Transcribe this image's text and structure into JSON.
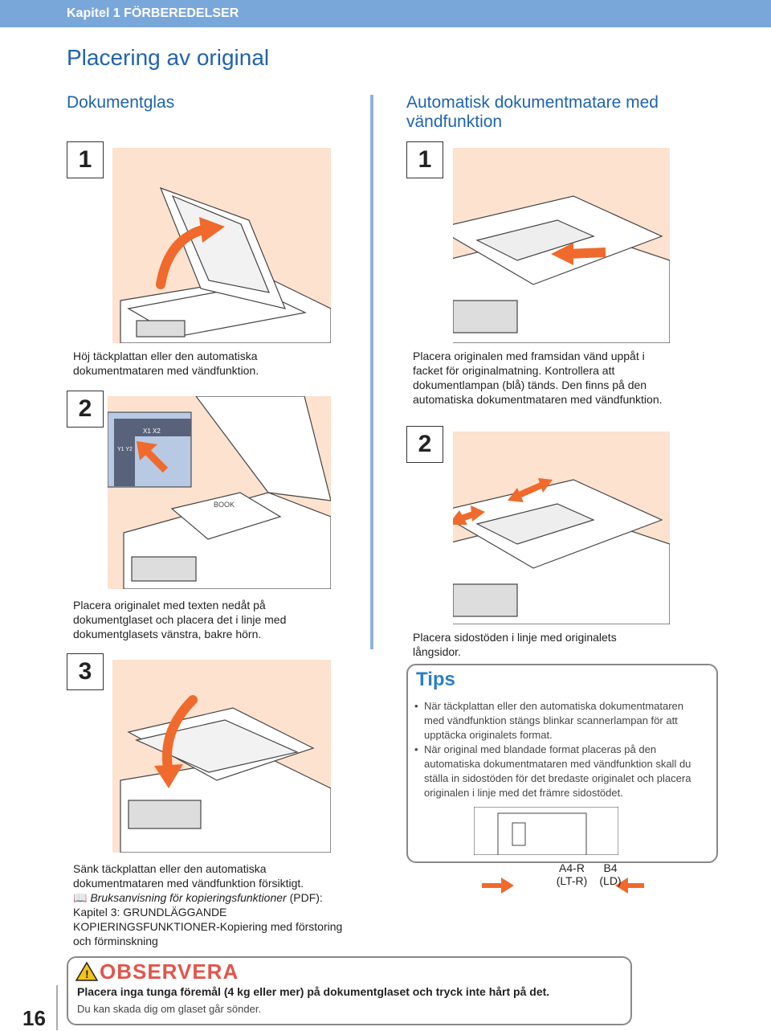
{
  "chapter": "Kapitel 1 FÖRBEREDELSER",
  "page_title": "Placering av original",
  "left": {
    "title": "Dokumentglas",
    "step1": "1",
    "step1_caption": "Höj täckplattan eller den automatiska dokumentmataren med vändfunktion.",
    "step2": "2",
    "step2_inset_x": "X1 X2",
    "step2_inset_y": "Y1 Y2",
    "step2_book": "BOOK",
    "step2_caption": "Placera originalet med texten nedåt på dokumentglaset och placera det i linje med dokumentglasets vänstra, bakre hörn.",
    "step3": "3",
    "step3_caption_1": "Sänk täckplattan eller den automatiska dokumentmataren med vändfunktion försiktigt.",
    "step3_ref_italic": "Bruksanvisning för kopieringsfunktioner",
    "step3_ref_suffix": "(PDF):",
    "step3_caption_2": "Kapitel 3: GRUNDLÄGGANDE KOPIERINGSFUNKTIONER-Kopiering med förstoring och förminskning"
  },
  "right": {
    "title": "Automatisk dokumentmatare med vändfunktion",
    "step1": "1",
    "step1_caption": "Placera originalen med framsidan vänd uppåt i facket för originalmatning. Kontrollera att dokumentlampan (blå) tänds. Den finns på den automatiska dokumentmataren med vändfunktion.",
    "step2": "2",
    "step2_caption": "Placera sidostöden i linje med originalets långsidor.",
    "tips_title": "Tips",
    "tips": [
      "När täckplattan eller den automatiska dokumentmataren med vändfunktion stängs blinkar scannerlampan för att upptäcka originalets format.",
      "När original med blandade format placeras på den automatiska dokumentmataren med vändfunktion skall du ställa in sidostöden för det bredaste originalet och placera originalen i linje med det främre sidostödet."
    ],
    "size_label_1a": "A4-R",
    "size_label_1b": "(LT-R)",
    "size_label_2a": "B4",
    "size_label_2b": "(LD)"
  },
  "warning": {
    "title": "OBSERVERA",
    "main": "Placera inga tunga föremål (4 kg eller mer) på dokumentglaset och tryck inte hårt på det.",
    "sub": "Du kan skada dig om glaset går sönder."
  },
  "page_number": "16",
  "colors": {
    "accent_blue": "#1f63b0",
    "chapter_bar": "#7aa7d9",
    "illustration_bg": "#fde2cf",
    "arrow_orange": "#ef6a2c",
    "warning_red": "#e2554a",
    "tips_blue": "#2a7fc6"
  }
}
